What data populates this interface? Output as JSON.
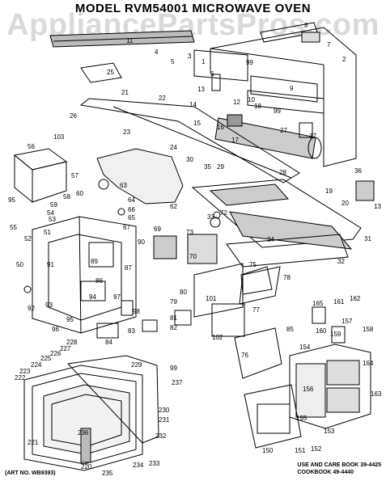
{
  "title": "MODEL  RVM54001 MICROWAVE OVEN",
  "watermark": "AppliancePartsPros.com",
  "art_no": "(ART NO. WB9393)",
  "books": {
    "use_care": "USE AND CARE BOOK  39-4425",
    "cookbook": "COOKBOOK  49-4440"
  },
  "callouts": {
    "c1": "1",
    "c2": "2",
    "c3": "3",
    "c4": "4",
    "c5": "5",
    "c6": "6",
    "c7": "7",
    "c8": "8",
    "c9": "9",
    "c10": "10",
    "c11": "11",
    "c12": "12",
    "c13": "13",
    "c14": "14",
    "c15": "15",
    "c16": "16",
    "c17": "17",
    "c18": "18",
    "c19": "19",
    "c20": "20",
    "c21": "21",
    "c22": "22",
    "c23": "23",
    "c24": "24",
    "c25": "25",
    "c26": "26",
    "c27": "27",
    "c28": "28",
    "c29": "29",
    "c30": "30",
    "c31": "31",
    "c32": "32",
    "c33": "33",
    "c34": "34",
    "c35": "35",
    "c36": "36",
    "c37": "37",
    "c50": "50",
    "c51": "51",
    "c52": "52",
    "c53": "53",
    "c54": "54",
    "c55": "55",
    "c56": "56",
    "c57": "57",
    "c58": "58",
    "c59": "59",
    "c60": "60",
    "c62": "62",
    "c63": "63",
    "c64": "64",
    "c65": "65",
    "c66": "66",
    "c67": "67",
    "c69": "69",
    "c70": "70",
    "c72": "72",
    "c73": "73",
    "c75": "75",
    "c76": "76",
    "c77": "77",
    "c78": "78",
    "c79": "79",
    "c80": "80",
    "c81": "81",
    "c82": "82",
    "c83": "83",
    "c84": "84",
    "c85": "85",
    "c86": "86",
    "c87": "87",
    "c89": "89",
    "c90": "90",
    "c91": "91",
    "c92": "92",
    "c93": "93",
    "c94": "94",
    "c95a": "95",
    "c95b": "95",
    "c96": "96",
    "c97": "97",
    "c98": "98",
    "c99a": "99",
    "c99b": "99",
    "c99c": "99",
    "c101": "101",
    "c102": "102",
    "c103": "103",
    "c150": "150",
    "c151": "151",
    "c152": "152",
    "c153": "153",
    "c154": "154",
    "c155": "155",
    "c156": "156",
    "c157": "157",
    "c158": "158",
    "c159": "159",
    "c160": "160",
    "c161": "161",
    "c162": "162",
    "c163": "163",
    "c164": "164",
    "c165": "165",
    "c220": "220",
    "c221": "221",
    "c222": "222",
    "c223": "223",
    "c224": "224",
    "c225": "225",
    "c226": "226",
    "c227": "227",
    "c228": "228",
    "c229": "229",
    "c230": "230",
    "c231": "231",
    "c232": "232",
    "c233": "233",
    "c234": "234",
    "c235": "235",
    "c236": "236",
    "c237": "237"
  }
}
